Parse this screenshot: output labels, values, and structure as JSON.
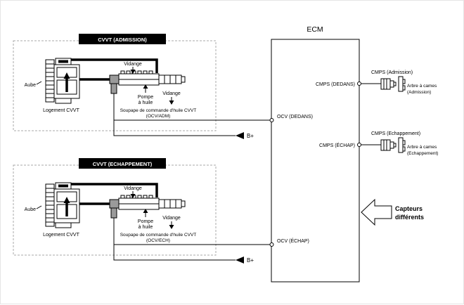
{
  "colors": {
    "line": "#000000",
    "dashed_box": "#a8a8a8",
    "connector": "#9a9a9a"
  },
  "ecm": {
    "title": "ECM",
    "cmps_dedans": "CMPS (DEDANS)",
    "ocv_dedans": "OCV (DEDANS)",
    "cmps_echap": "CMPS (ÉCHAP)",
    "ocv_echap": "OCV (ÉCHAP)"
  },
  "admission": {
    "header": "CVVT (ADMISSION)",
    "aube": "Aube",
    "logement": "Logement CVVT",
    "vidange_top": "Vidange",
    "pompe_1": "Pompe",
    "pompe_2": "à huile",
    "vidange_2": "Vidange",
    "caption_1": "Soupape de commande d'huile CVVT",
    "caption_2": "(OCV/ADM)",
    "bplus": "B+"
  },
  "echappement": {
    "header": "CVVT (ECHAPPEMENT)",
    "aube": "Aube",
    "logement": "Logement CVVT",
    "vidange_top": "Vidange",
    "pompe_1": "Pompe",
    "pompe_2": "à huile",
    "vidange_2": "Vidange",
    "caption_1": "Soupape de commande d'huile CVVT",
    "caption_2": "(OCV/ECH)",
    "bplus": "B+"
  },
  "cmps_admission": {
    "label": "CMPS (Admission)",
    "cam_1": "Arbre à cames",
    "cam_2": "(Admission)"
  },
  "cmps_echappement": {
    "label": "CMPS (Echappement)",
    "cam_1": "Arbre à cames",
    "cam_2": "(Echappement)"
  },
  "arrow": {
    "line1": "Capteurs",
    "line2": "différents"
  }
}
